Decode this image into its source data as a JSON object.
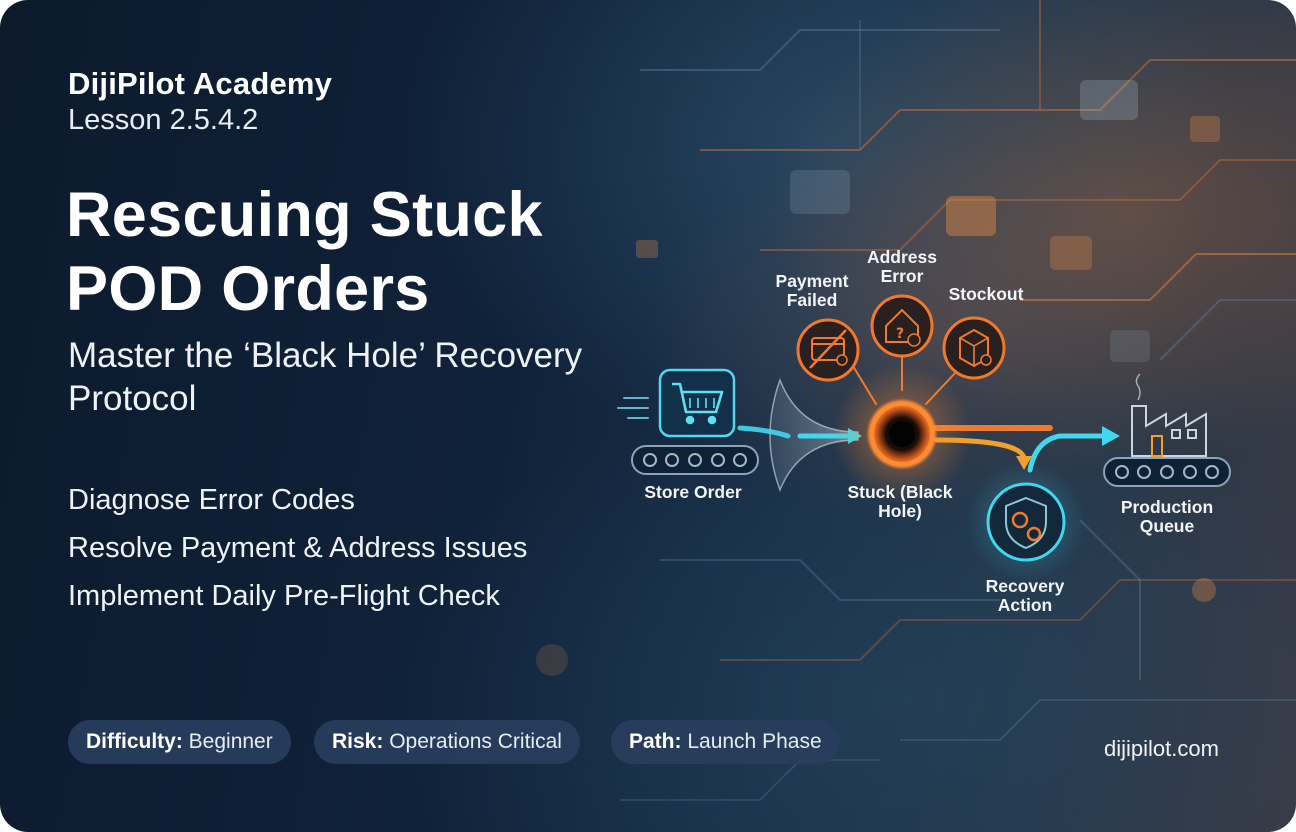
{
  "brand": "DijiPilot Academy",
  "lesson": "Lesson 2.5.4.2",
  "title": "Rescuing Stuck POD Orders",
  "subtitle": "Master the ‘Black Hole’ Recovery Protocol",
  "bullets": [
    "Diagnose Error Codes",
    "Resolve Payment & Address Issues",
    "Implement Daily Pre-Flight Check"
  ],
  "badges": [
    {
      "key": "Difficulty:",
      "value": "Beginner"
    },
    {
      "key": "Risk:",
      "value": "Operations Critical"
    },
    {
      "key": "Path:",
      "value": "Launch Phase"
    }
  ],
  "site": "dijipilot.com",
  "diagram": {
    "store_order": "Store Order",
    "payment_failed": "Payment Failed",
    "address_error": "Address Error",
    "stockout": "Stockout",
    "stuck": "Stuck (Black Hole)",
    "recovery_action": "Recovery Action",
    "production_queue": "Production Queue"
  },
  "colors": {
    "accent_orange": "#f07a2c",
    "accent_cyan": "#36d2e6",
    "badge_bg": "#283e5c",
    "background_dark": "#0c1a2c"
  },
  "icons": [
    "shopping-cart-icon",
    "credit-card-error-icon",
    "house-question-icon",
    "box-error-icon",
    "black-hole-icon",
    "shield-gears-icon",
    "factory-icon",
    "conveyor-icon",
    "funnel-icon"
  ]
}
